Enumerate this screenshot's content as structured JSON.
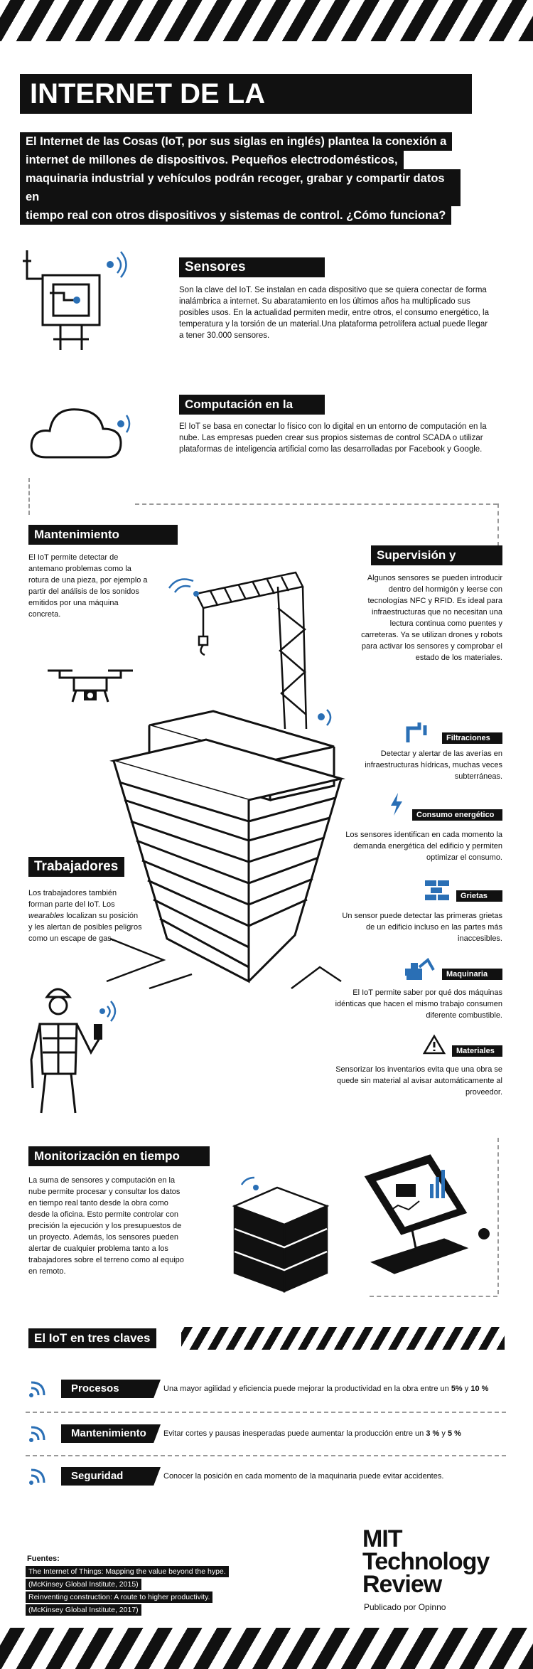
{
  "title": "INTERNET DE LA CONSTRUCCIÓN",
  "intro": [
    "El Internet de las Cosas (IoT, por sus siglas en inglés) plantea la conexión a",
    "internet de millones de dispositivos. Pequeños electrodomésticos,",
    "maquinaria industrial y vehículos podrán recoger, grabar y compartir datos en",
    "tiempo real con otros dispositivos y sistemas de control. ¿Cómo funciona?"
  ],
  "sensores": {
    "title": "Sensores",
    "text": "Son la clave del IoT. Se instalan en cada dispositivo que se quiera conectar de forma inalámbrica a internet. Su abaratamiento en los últimos años ha multiplicado sus posibles usos. En la actualidad permiten medir, entre otros, el consumo energético, la temperatura y la torsión de un material.Una plataforma petrolífera actual puede llegar a tener 30.000 sensores."
  },
  "computacion": {
    "title": "Computación en la nube",
    "text": "El IoT se basa en conectar lo físico con lo digital en un entorno de computación en la nube. Las empresas pueden crear sus propios sistemas de control SCADA o utilizar plataformas de inteligencia artificial como las desarrolladas por Facebook y Google."
  },
  "mantenimiento": {
    "title": "Mantenimiento predictivo",
    "text": "El IoT permite detectar de antemano problemas como la rotura de una pieza, por ejemplo a partir del análisis de los sonidos emitidos por una máquina concreta."
  },
  "supervision": {
    "title": "Supervisión y control",
    "text": "Algunos sensores se pueden introducir dentro del hormigón y leerse con tecnologías NFC y RFID. Es ideal para infraestructuras que no necesitan una lectura continua como puentes y carreteras. Ya se utilizan drones y robots para activar los sensores y comprobar el estado de los materiales."
  },
  "items": [
    {
      "title": "Filtraciones",
      "text": "Detectar y alertar de las averías en infraestructuras hídricas, muchas veces subterráneas.",
      "icon": "pipe-icon"
    },
    {
      "title": "Consumo energético",
      "text": "Los sensores identifican en cada momento la demanda energética del edificio y permiten optimizar el consumo.",
      "icon": "lightning-icon"
    },
    {
      "title": "Grietas",
      "text": "Un sensor puede detectar las primeras grietas de un edificio incluso en las partes más inaccesibles.",
      "icon": "bricks-icon"
    },
    {
      "title": "Maquinaria",
      "text": "El IoT permite saber por qué dos máquinas idénticas que hacen el mismo trabajo consumen diferente combustible.",
      "icon": "excavator-icon"
    },
    {
      "title": "Materiales",
      "text": "Sensorizar los inventarios evita que una obra se quede sin material al avisar automáticamente al proveedor.",
      "icon": "warning-icon"
    }
  ],
  "trabajadores": {
    "title": "Trabajadores",
    "text_a": "Los trabajadores también forman parte del IoT. Los",
    "text_em": "wearables",
    "text_b": "localizan su posición y les alertan de posibles peligros como un escape de gas."
  },
  "monitorizacion": {
    "title": "Monitorización en tiempo real",
    "text": "La suma de sensores y computación en la nube permite procesar y consultar los datos en tiempo real tanto desde la obra como desde la oficina. Esto permite controlar con precisión la ejecución y los presupuestos de un proyecto. Además, los sensores pueden alertar de cualquier problema tanto a los trabajadores sobre el terreno como al equipo en remoto."
  },
  "claves": {
    "title": "El IoT en tres claves",
    "rows": [
      {
        "label": "Procesos",
        "text": "Una mayor agilidad y eficiencia puede mejorar la productividad en la obra entre un",
        "v1": "5%",
        "mid": "y",
        "v2": "10 %"
      },
      {
        "label": "Mantenimiento",
        "text": "Evitar cortes y pausas inesperadas puede aumentar la producción entre un",
        "v1": "3 %",
        "mid": "y",
        "v2": "5 %"
      },
      {
        "label": "Seguridad",
        "text": "Conocer la posición en cada momento de la maquinaria puede evitar accidentes.",
        "v1": "",
        "mid": "",
        "v2": ""
      }
    ]
  },
  "fuentes": {
    "title": "Fuentes:",
    "lines": [
      "The Internet of Things: Mapping the value beyond the hype.",
      "(McKinsey Global Institute, 2015)",
      "Reinventing construction: A route to higher productivity.",
      "(McKinsey Global Institute, 2017)"
    ]
  },
  "brand": {
    "l1": "MIT",
    "l2": "Technology",
    "l3": "Review",
    "sub": "Publicado por Opinno"
  }
}
